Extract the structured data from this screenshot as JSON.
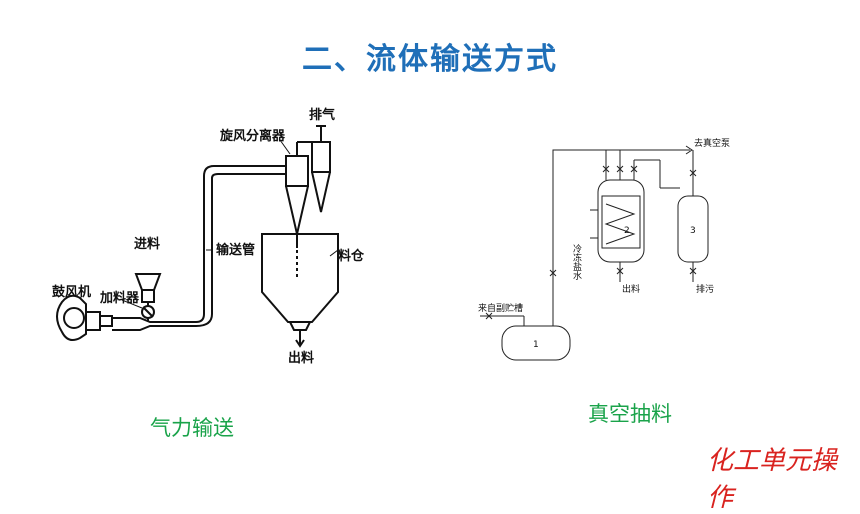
{
  "page": {
    "title": "二、流体输送方式",
    "brand": "化工单元操作"
  },
  "left_diagram": {
    "caption": "气力输送",
    "labels": {
      "exhaust": "排气",
      "cyclone": "旋风分离器",
      "conveying_pipe": "输送管",
      "silo": "料仓",
      "inlet": "进料",
      "feeder": "加料器",
      "blower": "鼓风机",
      "outlet": "出料"
    }
  },
  "right_diagram": {
    "caption": "真空抽料",
    "labels": {
      "to_vacuum_pump": "去真空泵",
      "from_tank": "来自副贮槽",
      "cooling_water": "冷冻盐水",
      "outlet": "出料",
      "drain": "排污",
      "vessel_1": "1",
      "vessel_2": "2",
      "vessel_3": "3"
    }
  }
}
